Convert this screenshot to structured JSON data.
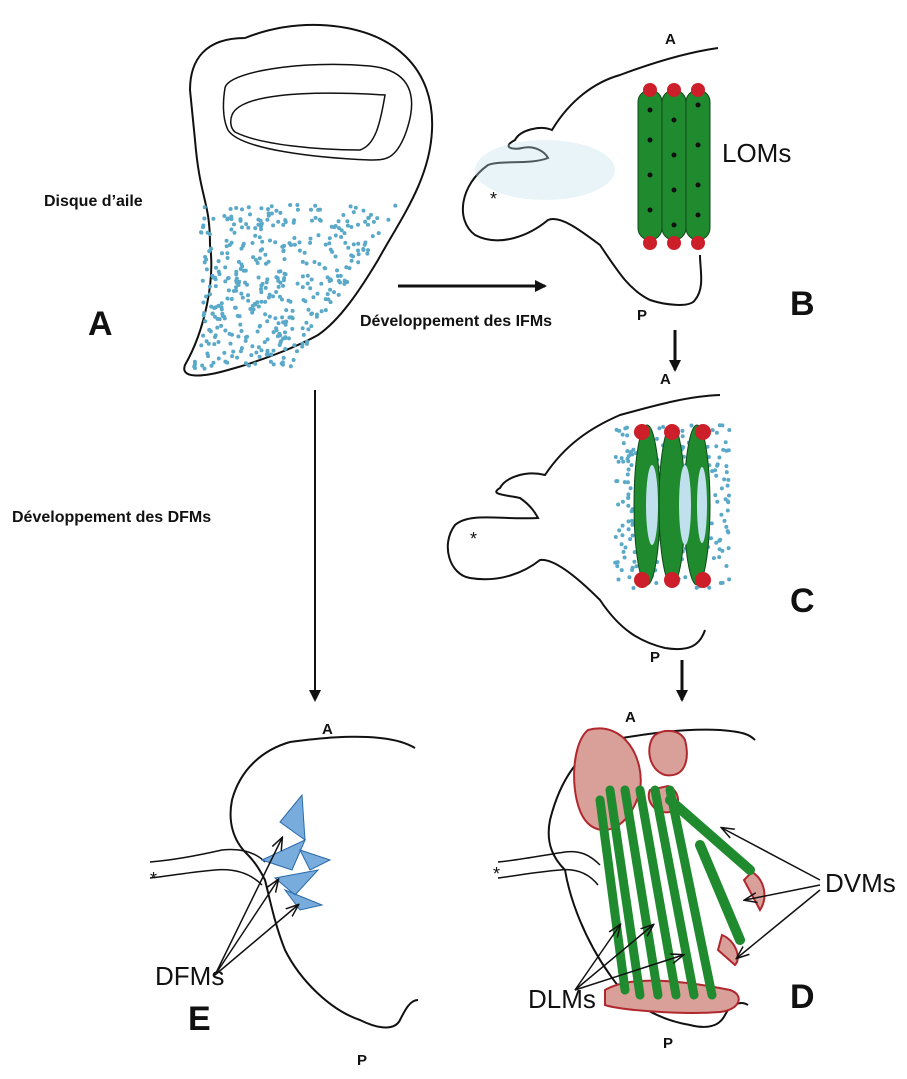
{
  "panels": {
    "a": {
      "letter": "A",
      "title": "Disque d’aile"
    },
    "b": {
      "letter": "B",
      "anterior": "A",
      "posterior": "P",
      "muscle_label": "LOMs",
      "asterisk": "*"
    },
    "c": {
      "letter": "C",
      "anterior": "A",
      "posterior": "P",
      "asterisk": "*"
    },
    "d": {
      "letter": "D",
      "anterior": "A",
      "posterior": "P",
      "dvm_label": "DVMs",
      "dlm_label": "DLMs",
      "asterisk": "*"
    },
    "e": {
      "letter": "E",
      "anterior": "A",
      "posterior": "P",
      "dfm_label": "DFMs",
      "asterisk": "*"
    }
  },
  "arrows": {
    "ifm": "Développement des IFMs",
    "dfm": "Développement des DFMs"
  },
  "colors": {
    "muscle_green": "#1f8a2e",
    "attachment_red": "#cc1f2a",
    "myoblast_blue": "#5aa9c9",
    "tendon_pink": "#d9a09a",
    "dfm_blue": "#4a90d0"
  }
}
